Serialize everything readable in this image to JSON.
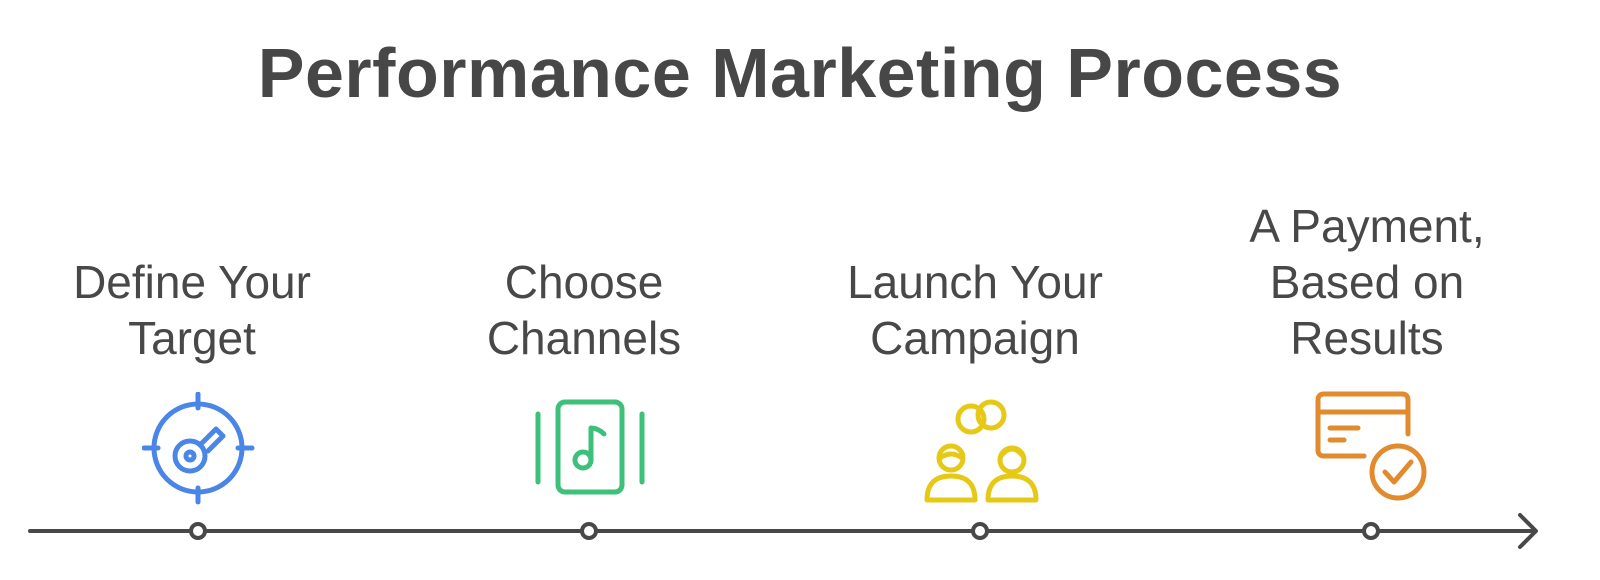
{
  "diagram": {
    "title": "Performance Marketing Process",
    "steps": [
      {
        "label": "Define Your\nTarget",
        "icon": "target-key-icon",
        "color": "#4A86E8"
      },
      {
        "label": "Choose\nChannels",
        "icon": "music-tablet-icon",
        "color": "#3CC07A"
      },
      {
        "label": "Launch Your\nCampaign",
        "icon": "people-link-icon",
        "color": "#E6C817"
      },
      {
        "label": "A Payment,\nBased on\nResults",
        "icon": "card-check-icon",
        "color": "#E28A2E"
      }
    ],
    "line_color": "#484848"
  }
}
